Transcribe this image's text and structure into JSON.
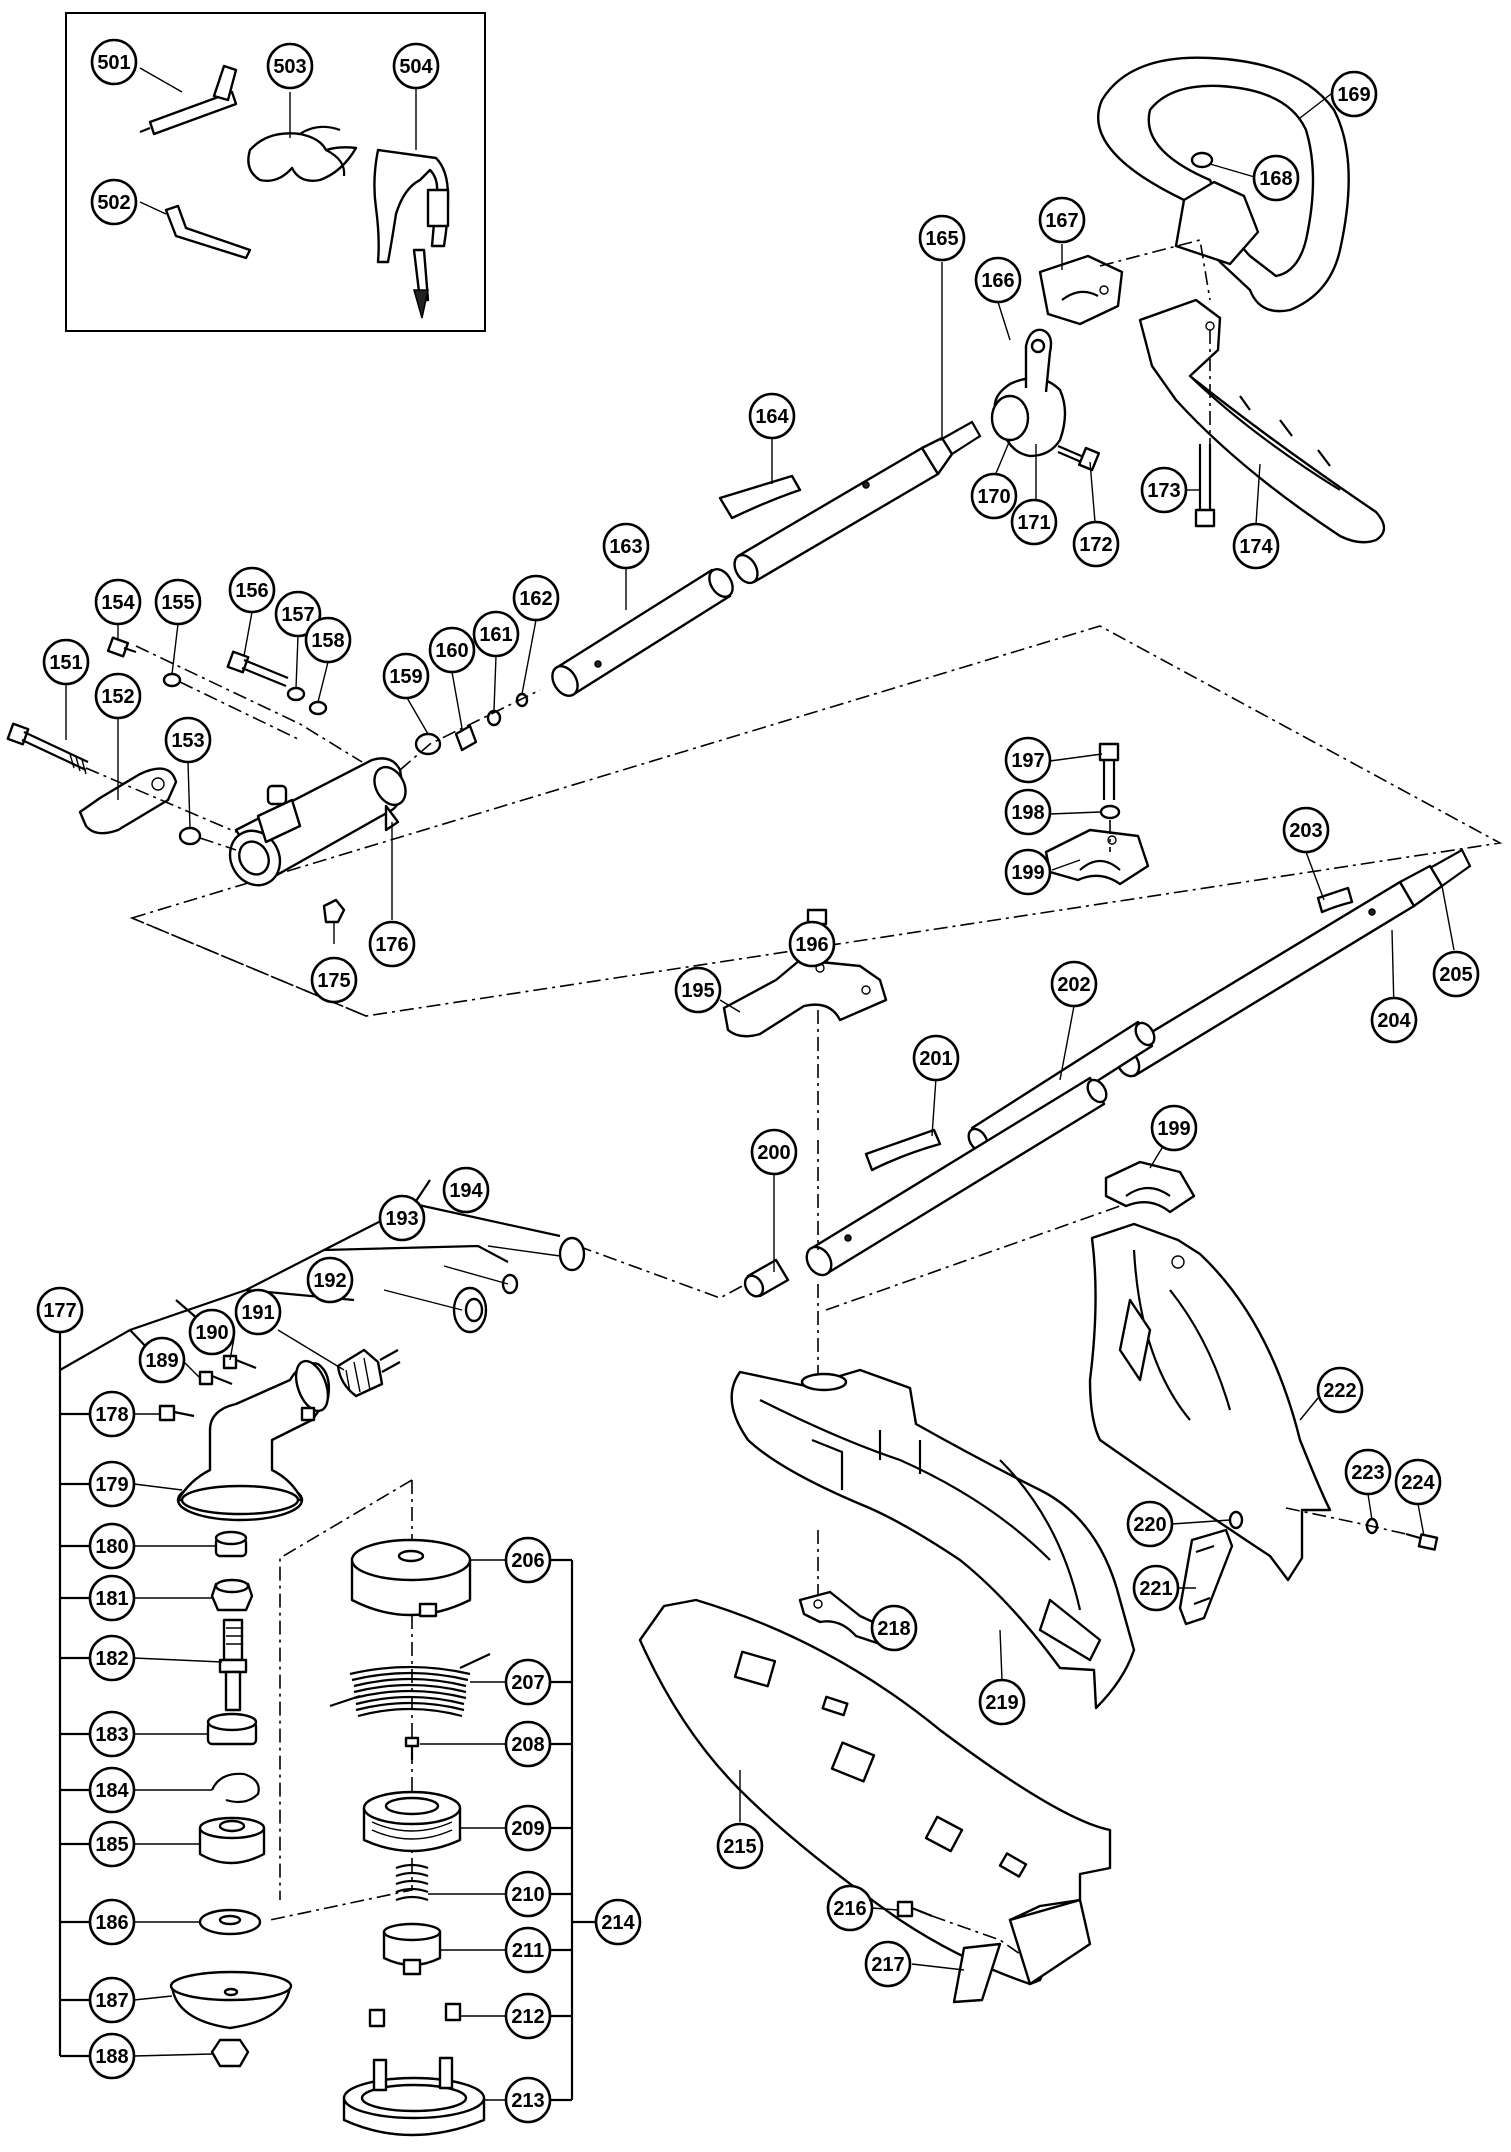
{
  "accessory_labels": [
    "501",
    "502",
    "503",
    "504"
  ],
  "handle_labels": [
    "163",
    "164",
    "165",
    "166",
    "167",
    "168",
    "169",
    "170",
    "171",
    "172",
    "173",
    "174"
  ],
  "clamp_labels": [
    "151",
    "152",
    "153",
    "154",
    "155",
    "156",
    "157",
    "158",
    "159",
    "160",
    "161",
    "162",
    "175",
    "176"
  ],
  "lower_shaft_labels": [
    "195",
    "196",
    "197",
    "198",
    "199",
    "199",
    "200",
    "201",
    "202",
    "203",
    "204",
    "205"
  ],
  "gear_head_labels": [
    "177",
    "178",
    "179",
    "180",
    "181",
    "182",
    "183",
    "184",
    "185",
    "186",
    "187",
    "188",
    "189",
    "190",
    "191",
    "192",
    "193",
    "194"
  ],
  "cutter_head_labels": [
    "206",
    "207",
    "208",
    "209",
    "210",
    "211",
    "212",
    "213",
    "214"
  ],
  "guard_labels": [
    "215",
    "216",
    "217",
    "218",
    "219",
    "220",
    "221",
    "222",
    "223",
    "224"
  ]
}
